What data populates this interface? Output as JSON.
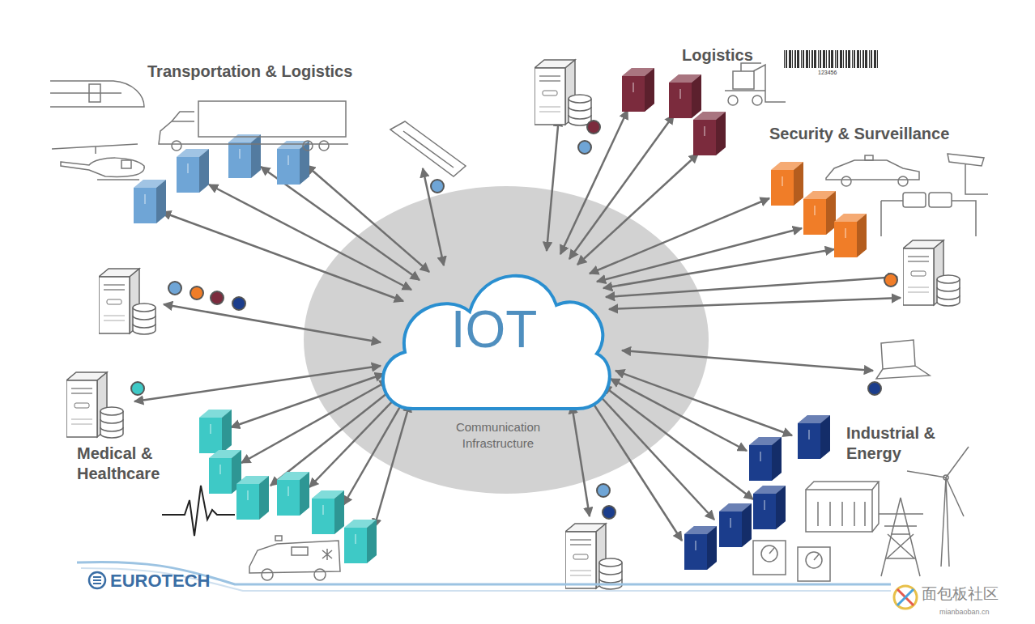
{
  "diagram": {
    "nodes": [
      {
        "text": [
          "Communication Infrastructure"
        ]
      },
      {
        "text": [
          "IOT"
        ],
        "in": 0
      }
    ],
    "labels": [
      "Transportation & Logistics",
      "Logistics",
      "123456",
      "Security & Surveillance",
      "Medical & Healthcare",
      "Industrial & Energy",
      "EUROTECH",
      "面包板社区",
      "mianbaoban.cn"
    ]
  }
}
